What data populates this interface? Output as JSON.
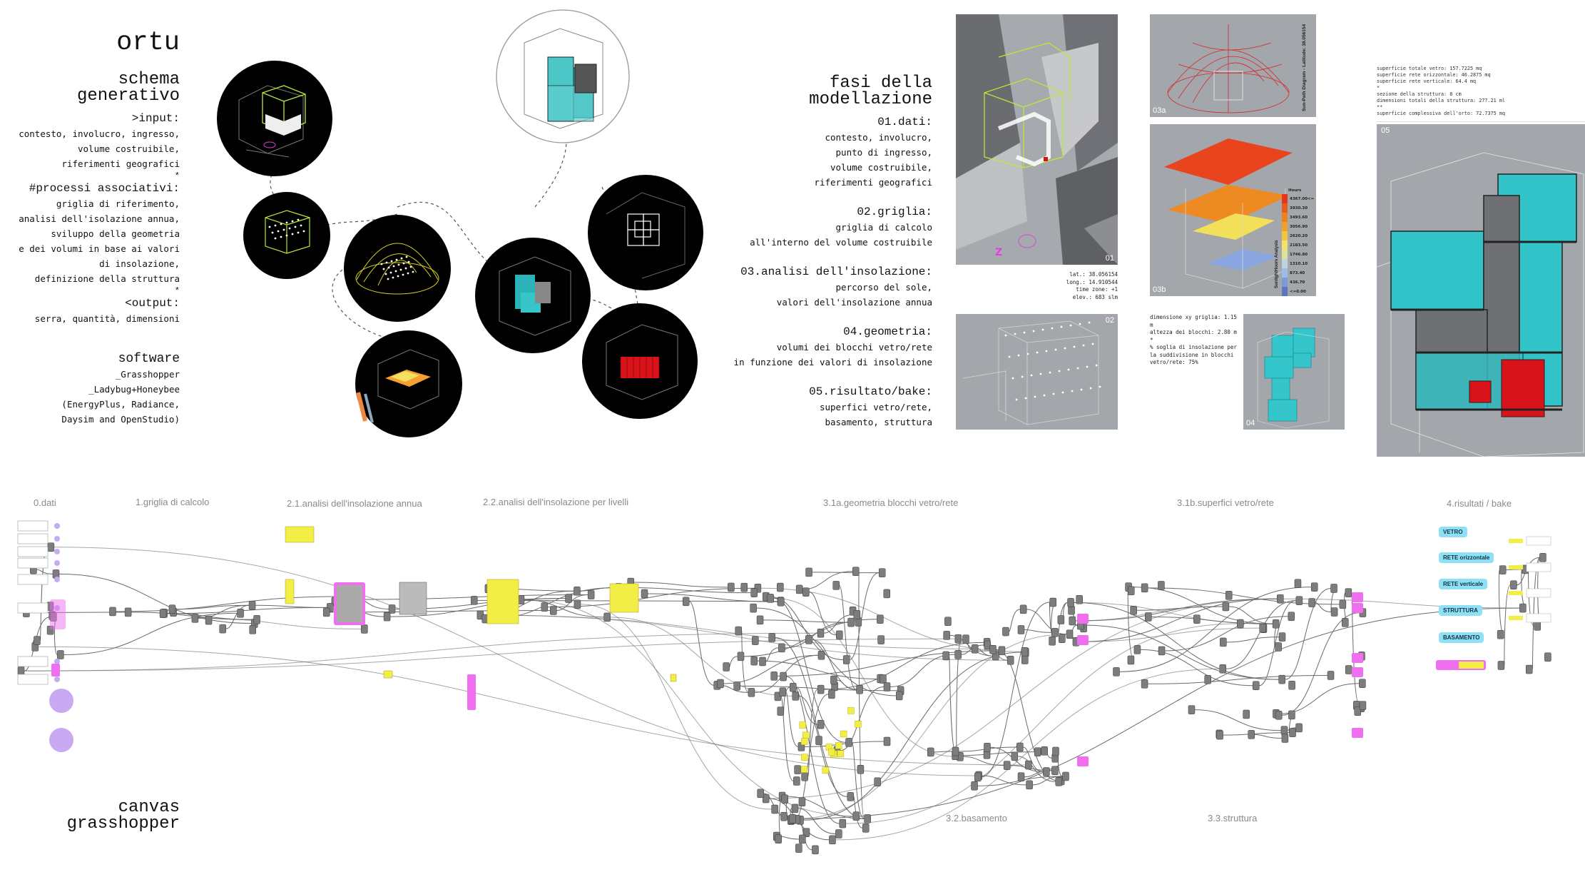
{
  "left": {
    "title": "ortu",
    "schema_title": [
      "schema",
      "generativo"
    ],
    "input_heading": ">input:",
    "input_lines": [
      "contesto, involucro, ingresso,",
      "volume costruibile,",
      "riferimenti geografici"
    ],
    "separator": "*",
    "process_heading": "#processi associativi:",
    "process_lines": [
      "griglia di riferimento,",
      "analisi dell'isolazione annua,",
      "sviluppo della geometria",
      "e dei volumi in base ai valori",
      "di insolazione,",
      "definizione della struttura"
    ],
    "output_heading": "<output:",
    "output_lines": [
      "serra, quantità, dimensioni"
    ],
    "software_heading": "software",
    "software_lines": [
      "_Grasshopper",
      "_Ladybug+Honeybee",
      "(EnergyPlus, Radiance,",
      "Daysim and OpenStudio)"
    ],
    "canvas_title": [
      "canvas",
      "grasshopper"
    ]
  },
  "phases": {
    "title": [
      "fasi della",
      "modellazione"
    ],
    "items": [
      {
        "heading": "01.dati:",
        "lines": [
          "contesto, involucro,",
          "punto di ingresso,",
          "volume costruibile,",
          "riferimenti geografici"
        ]
      },
      {
        "heading": "02.griglia:",
        "lines": [
          "griglia di calcolo",
          "all'interno del volume costruibile"
        ]
      },
      {
        "heading": "03.analisi dell'insolazione:",
        "lines": [
          "percorso del sole,",
          "valori dell'insolazione annua"
        ]
      },
      {
        "heading": "04.geometria:",
        "lines": [
          "volumi dei blocchi vetro/rete",
          "in funzione dei valori di insolazione"
        ]
      },
      {
        "heading": "05.risultato/bake:",
        "lines": [
          "superfici vetro/rete,",
          "basamento, struttura"
        ]
      }
    ]
  },
  "panels": {
    "p01": "01",
    "p02": "02",
    "p03a": "03a",
    "p03b": "03b",
    "p04": "04",
    "p05": "05",
    "sunpath_caption": "Sun-Path Diagram - Latitude: 38.056154",
    "legend_title": "Hours",
    "legend_axis": "SunlightHours Analysis",
    "legend_values": [
      "4367.00<=",
      "3930.30",
      "3493.60",
      "3056.90",
      "2620.20",
      "2183.50",
      "1746.80",
      "1310.10",
      "873.40",
      "436.70",
      "<=0.00"
    ],
    "legend_colors": [
      "#e8361c",
      "#ea5a1c",
      "#ee801e",
      "#f0a028",
      "#f2c63a",
      "#f2e46a",
      "#dfe09a",
      "#bfd3dd",
      "#9fbbe8",
      "#7a9bd6",
      "#5a78bd"
    ],
    "geo_lines": [
      "lat.: 38.056154",
      "long.: 14.910544",
      "time zone: +1",
      "elev.: 683 slm"
    ],
    "grid_lines": [
      "dimensione xy griglia: 1.15 m",
      "altezza dei blocchi: 2.80 m",
      "*",
      "% soglia di insolazione per",
      "la suddivisione in blocchi",
      "vetro/rete: 75%"
    ],
    "result_lines": [
      "superficie totale vetro: 157.7225 mq",
      "superficie rete orizzontale: 46.2875 mq",
      "superficie rete verticale: 64.4 mq",
      "*",
      "sezione della struttura: 8 cm",
      "dimensioni totali della struttura: 277.21 ml",
      "**",
      "superficie complessiva dell'orto: 72.7375 mq"
    ]
  },
  "canvas": {
    "groups": [
      "0.dati",
      "1.griglia di calcolo",
      "2.1.analisi dell'insolazione annua",
      "2.2.analisi dell'insolazione per livelli",
      "3.1a.geometria blocchi vetro/rete",
      "3.1b.superfici vetro/rete",
      "4.risultati / bake",
      "3.2.basamento",
      "3.3.struttura"
    ],
    "outputs": [
      "VETRO",
      "RETE orizzontale",
      "RETE verticale",
      "STRUTTURA",
      "BASAMENTO"
    ],
    "colors": {
      "component": "#7d7d7d",
      "panel": "#f2ee45",
      "group_pink": "#f06ef0",
      "group_blue": "#8fe0f5",
      "param_purple": "#c8aaf2",
      "wire": "#6a6a6a"
    }
  }
}
